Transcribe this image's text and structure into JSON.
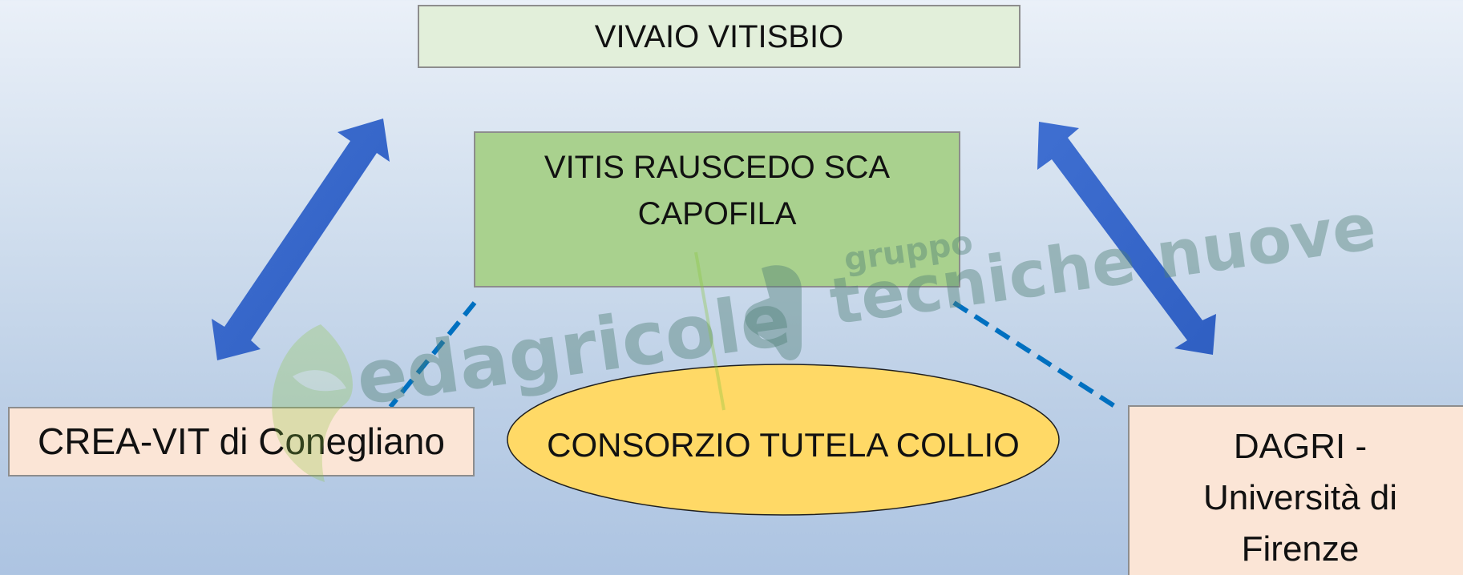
{
  "boxes": {
    "vivaio": "VIVAIO VITISBIO",
    "capofila_line1": "VITIS RAUSCEDO SCA",
    "capofila_line2": "CAPOFILA",
    "crea": "CREA-VIT di Conegliano",
    "consorzio": "CONSORZIO TUTELA COLLIO",
    "dagri_line1": "DAGRI -",
    "dagri_line2": "Università di",
    "dagri_line3": "Firenze"
  },
  "watermark": {
    "brand_left": "edagricole",
    "group_label": "gruppo",
    "brand_right": "tecniche nuove"
  },
  "colors": {
    "arrow": "#4472c4",
    "dashed_line": "#0070c0",
    "ellipse_fill": "#ffd966",
    "capofila_fill": "#a9d18e",
    "vivaio_fill": "#e2efda",
    "partner_fill": "#fbe5d6"
  }
}
